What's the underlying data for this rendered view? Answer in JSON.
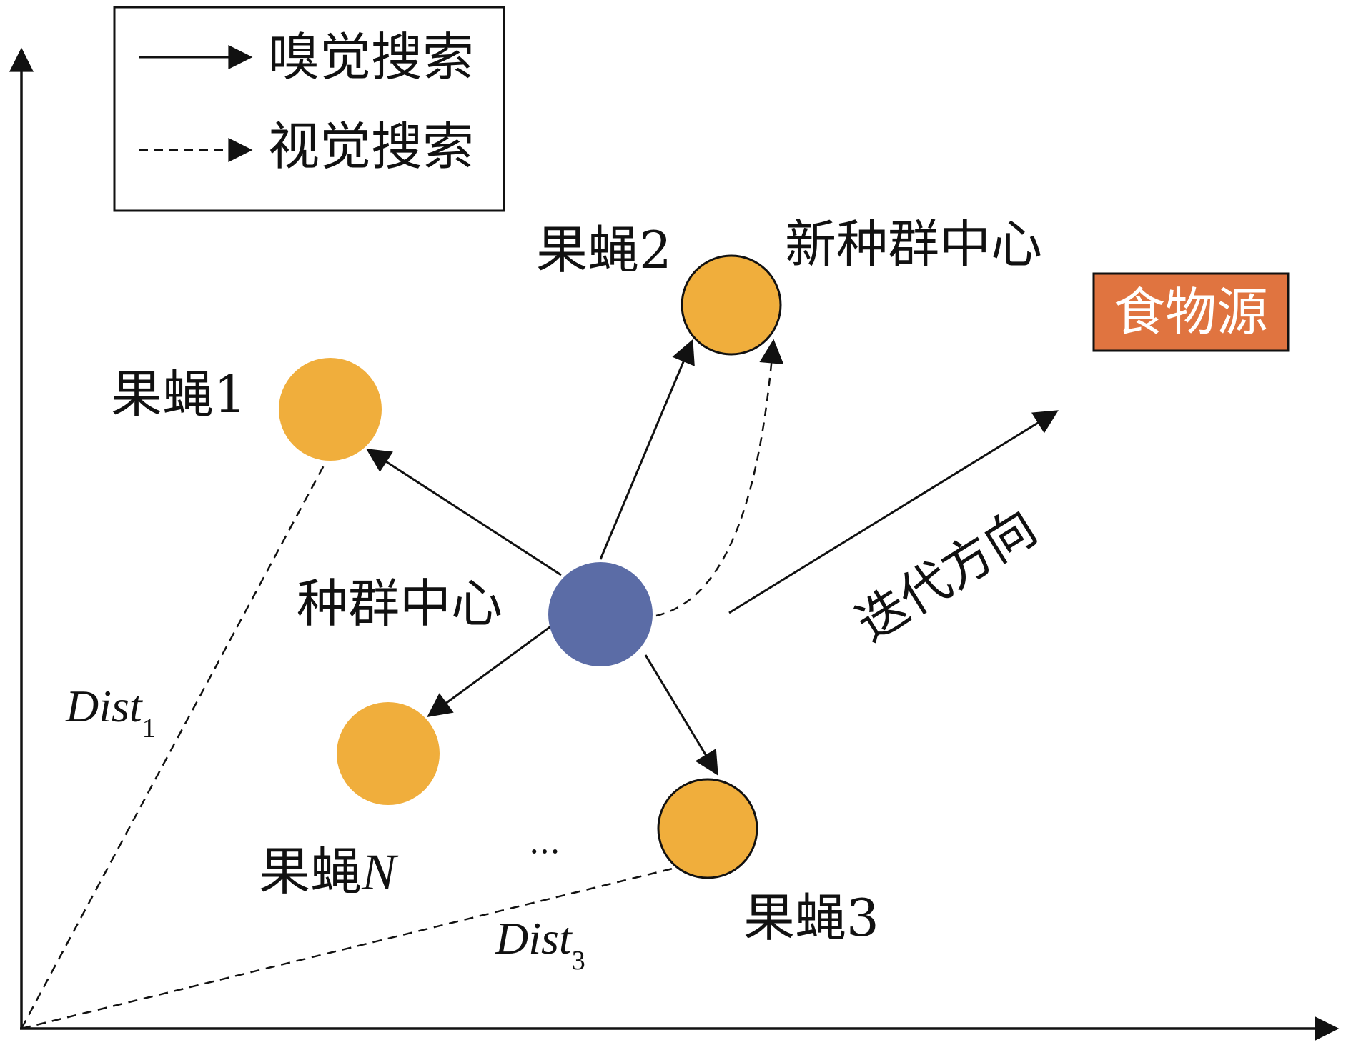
{
  "legend": {
    "olfactory_label": "嗅觉搜索",
    "visual_label": "视觉搜索"
  },
  "nodes": {
    "center_label": "种群中心",
    "new_center_label": "新种群中心",
    "fly1_label": "果蝇1",
    "fly2_label": "果蝇2",
    "fly3_label": "果蝇3",
    "flyN_prefix": "果蝇",
    "flyN_suffix": "N",
    "ellipsis": "···"
  },
  "food_source": {
    "label": "食物源"
  },
  "iteration_label": "迭代方向",
  "distances": {
    "dist1_base": "Dist",
    "dist1_sub": "1",
    "dist3_base": "Dist",
    "dist3_sub": "3"
  },
  "colors": {
    "fly_fill": "#F0AE3C",
    "center_fill": "#5B6CA6",
    "food_fill": "#E07440",
    "line": "#111111"
  }
}
